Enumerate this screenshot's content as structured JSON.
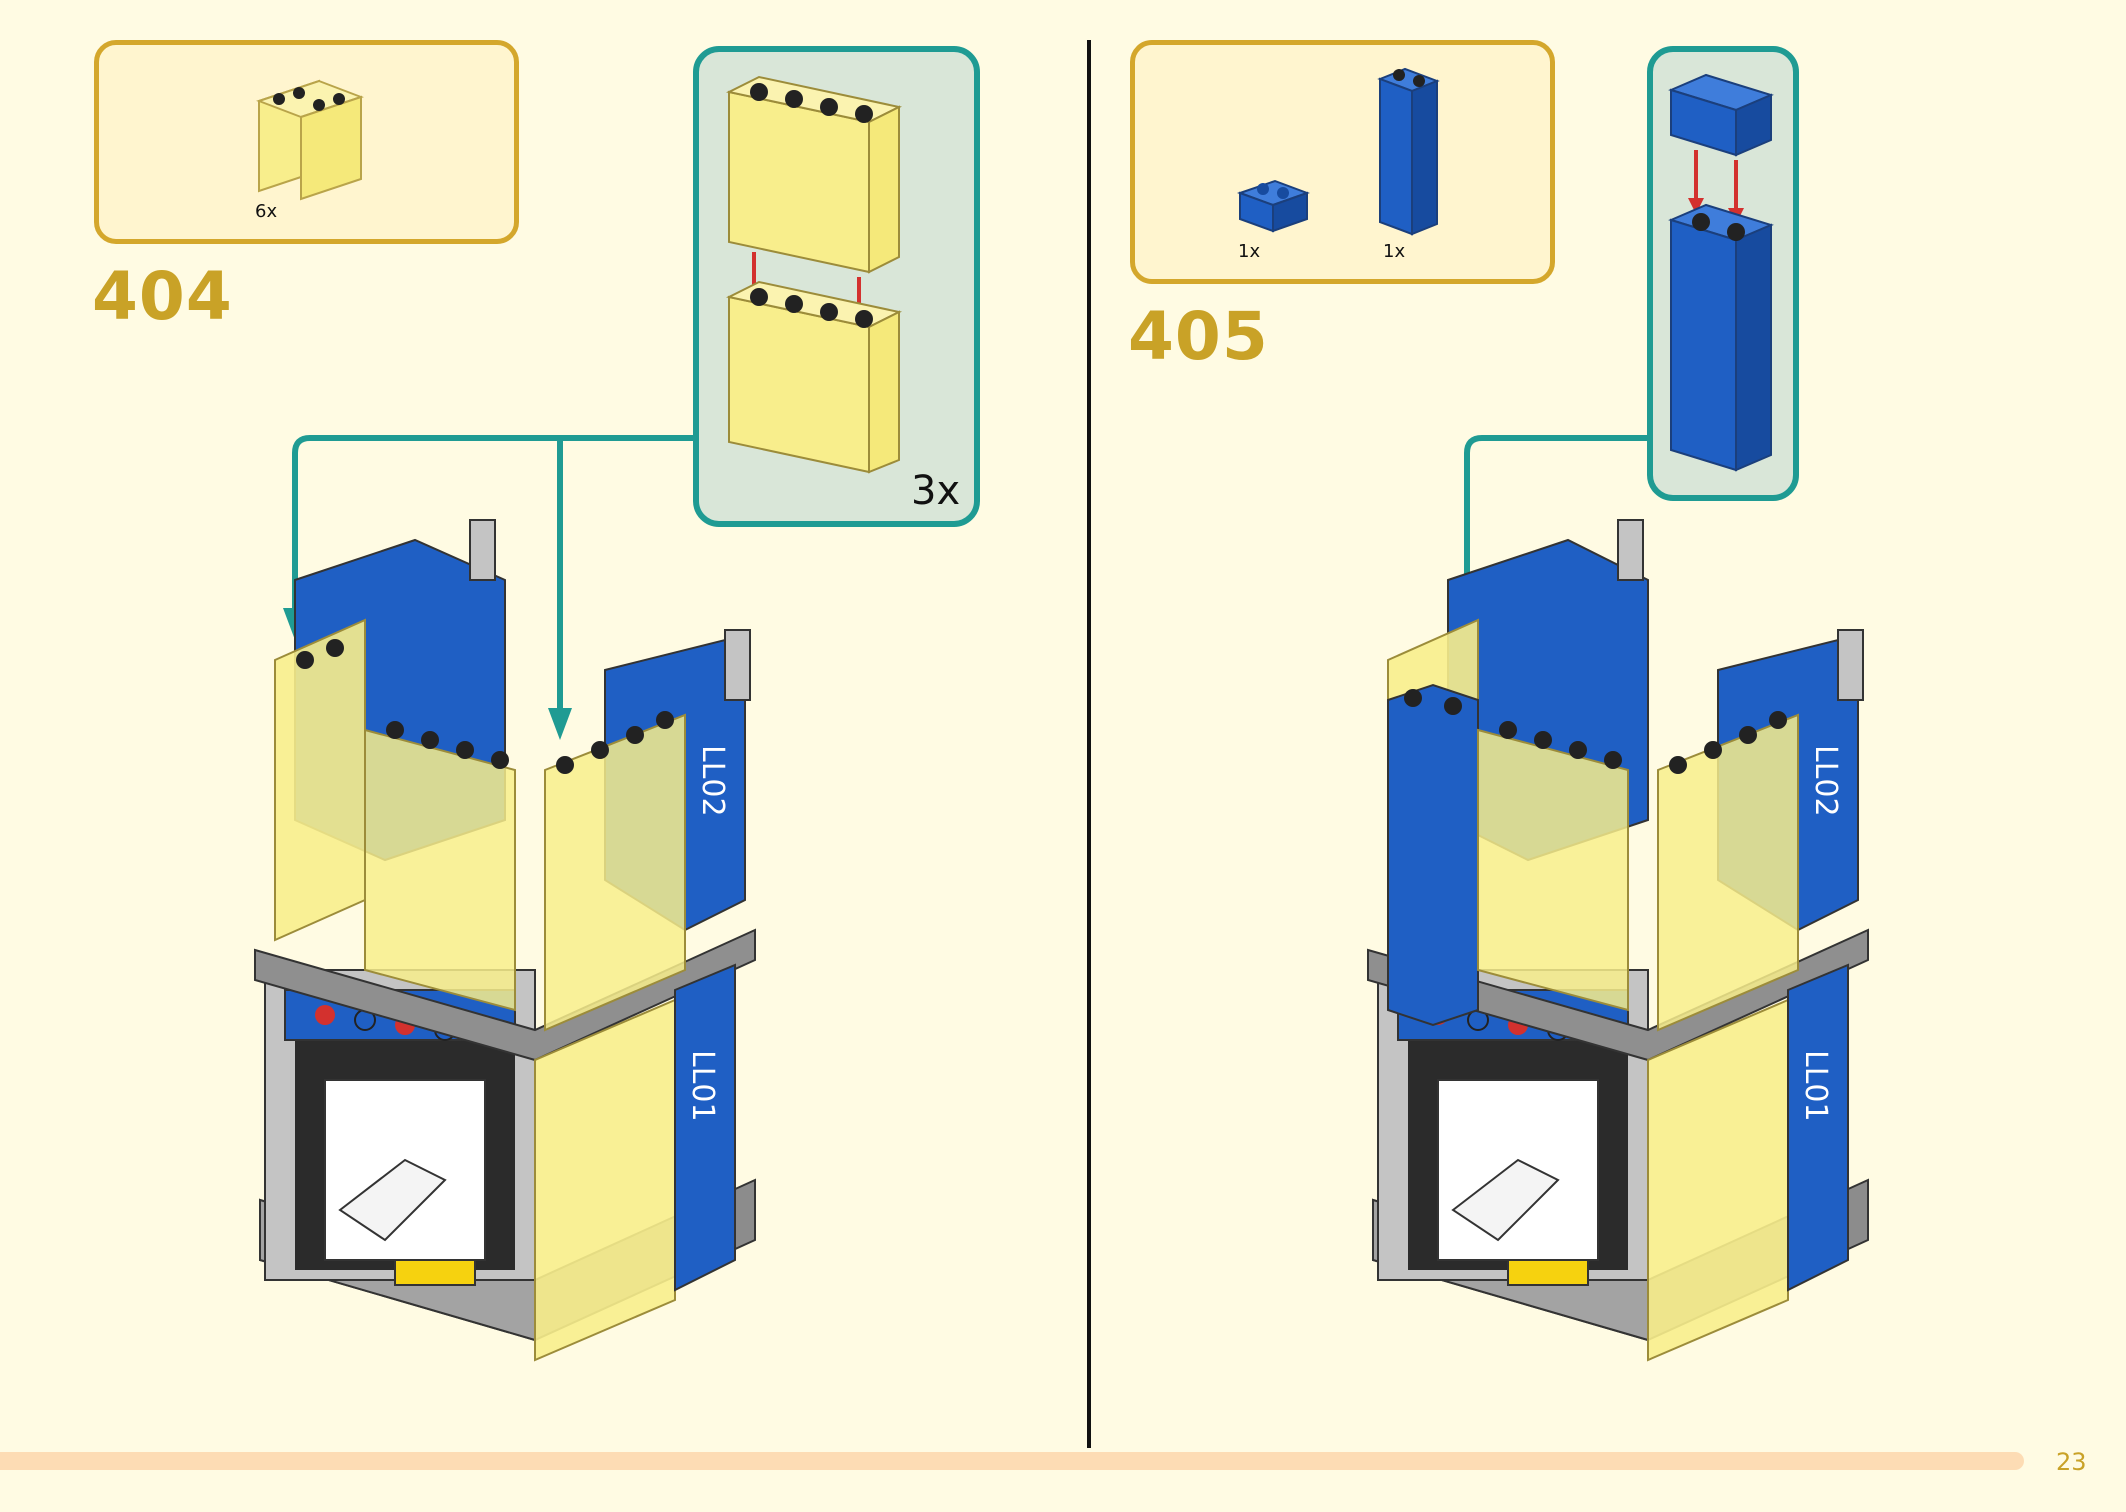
{
  "steps": [
    {
      "number": "404",
      "parts": [
        {
          "qty": "6x",
          "icon": "transparent-yellow-panel"
        }
      ],
      "subassembly_multiplier": "3x"
    },
    {
      "number": "405",
      "parts": [
        {
          "qty": "1x",
          "icon": "blue-1x2-brick"
        },
        {
          "qty": "1x",
          "icon": "blue-1x2x5-brick"
        }
      ]
    }
  ],
  "model_labels": {
    "level_upper": "LL02",
    "level_lower": "LL01"
  },
  "page_number": "23",
  "colors": {
    "background": "#fffbe3",
    "parts_box_border": "#d4a72c",
    "subassembly_border": "#1f9b93",
    "arrow_red": "#d3312e",
    "brick_blue": "#1f5fc4",
    "panel_yellow": "#f8ee8c"
  }
}
